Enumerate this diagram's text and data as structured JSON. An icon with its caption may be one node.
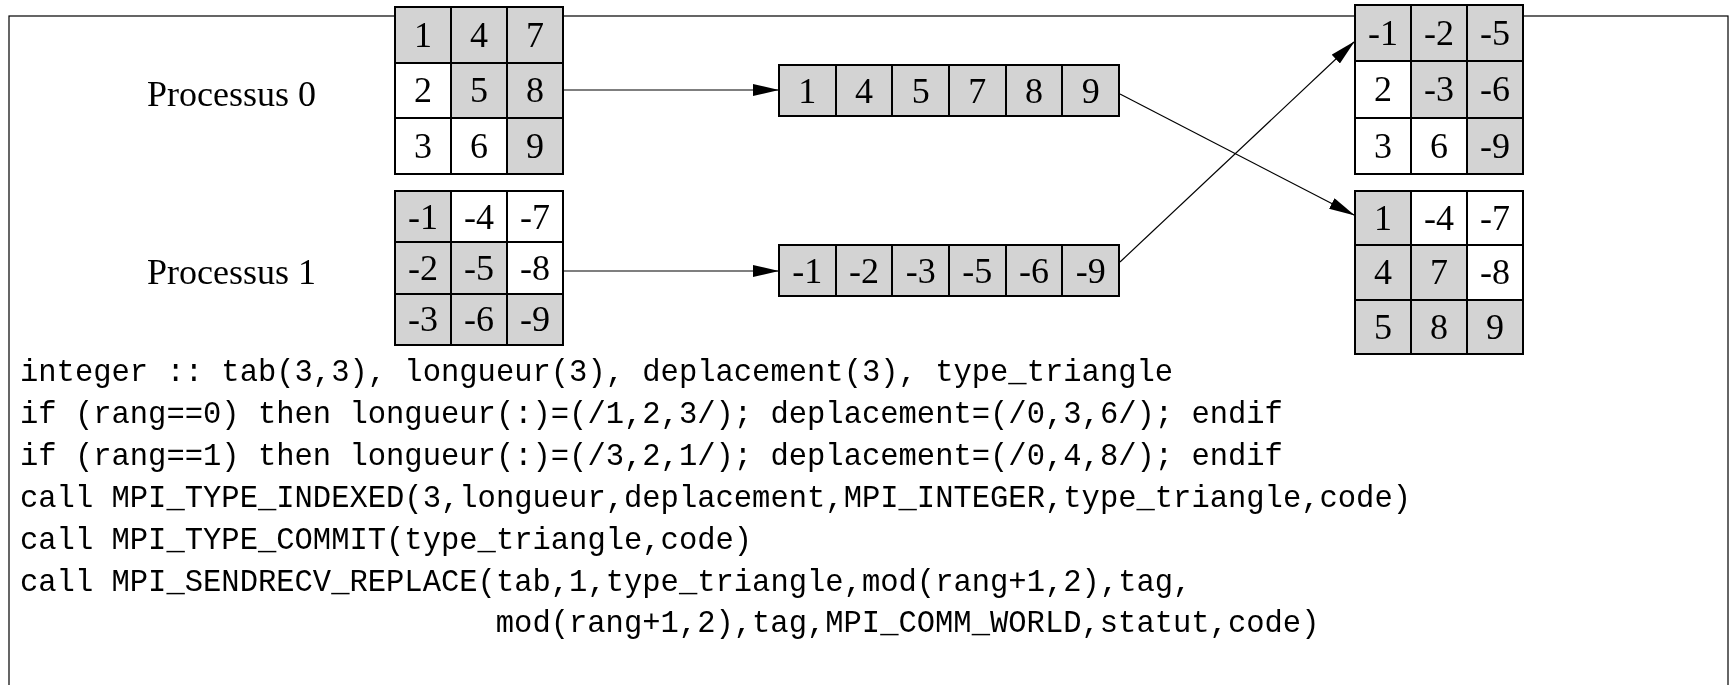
{
  "diagram": {
    "nodes": [
      {
        "text": [
          "1",
          "4",
          "7",
          "2",
          "5",
          "8",
          "3",
          "6",
          "9"
        ],
        "beside": [
          "Processus 0"
        ]
      },
      {
        "text": [
          "1",
          "4",
          "5",
          "7",
          "8",
          "9"
        ]
      },
      {
        "text": [
          "-1",
          "-2",
          "-5",
          "2",
          "-3",
          "-6",
          "3",
          "6",
          "-9"
        ]
      },
      {
        "text": [
          "1",
          "-4",
          "-7",
          "4",
          "7",
          "-8",
          "5",
          "8",
          "9"
        ]
      },
      {
        "text": [
          "-1",
          "-4",
          "-7",
          "-2",
          "-5",
          "-8",
          "-3",
          "-6",
          "-9"
        ],
        "beside": [
          "Processus 1"
        ]
      },
      {
        "text": [
          "-1",
          "-2",
          "-3",
          "-5",
          "-6",
          "-9"
        ]
      }
    ],
    "edges": [
      {
        "from": 0,
        "to": 1,
        "arrow": "to"
      },
      {
        "from": 4,
        "to": 5,
        "arrow": "to"
      },
      {
        "from": 1,
        "to": 3,
        "arrow": "to"
      },
      {
        "from": 5,
        "to": 2,
        "arrow": "to"
      }
    ],
    "labels": [
      "integer :: tab(3,3), longueur(3), deplacement(3), type_triangle",
      "if (rang==0) then longueur(:)=(/1,2,3/); deplacement=(/0,3,6/); endif",
      "if (rang==1) then longueur(:)=(/3,2,1/); deplacement=(/0,4,8/); endif",
      "call MPI_TYPE_INDEXED(3,longueur,deplacement,MPI_INTEGER,type_triangle,code)",
      "call MPI_TYPE_COMMIT(type_triangle,code)",
      "call MPI_SENDRECV_REPLACE(tab,1,type_triangle,mod(rang+1,2),tag,",
      "mod(rang+1,2),tag,MPI_COMM_WORLD,statut,code)"
    ]
  }
}
